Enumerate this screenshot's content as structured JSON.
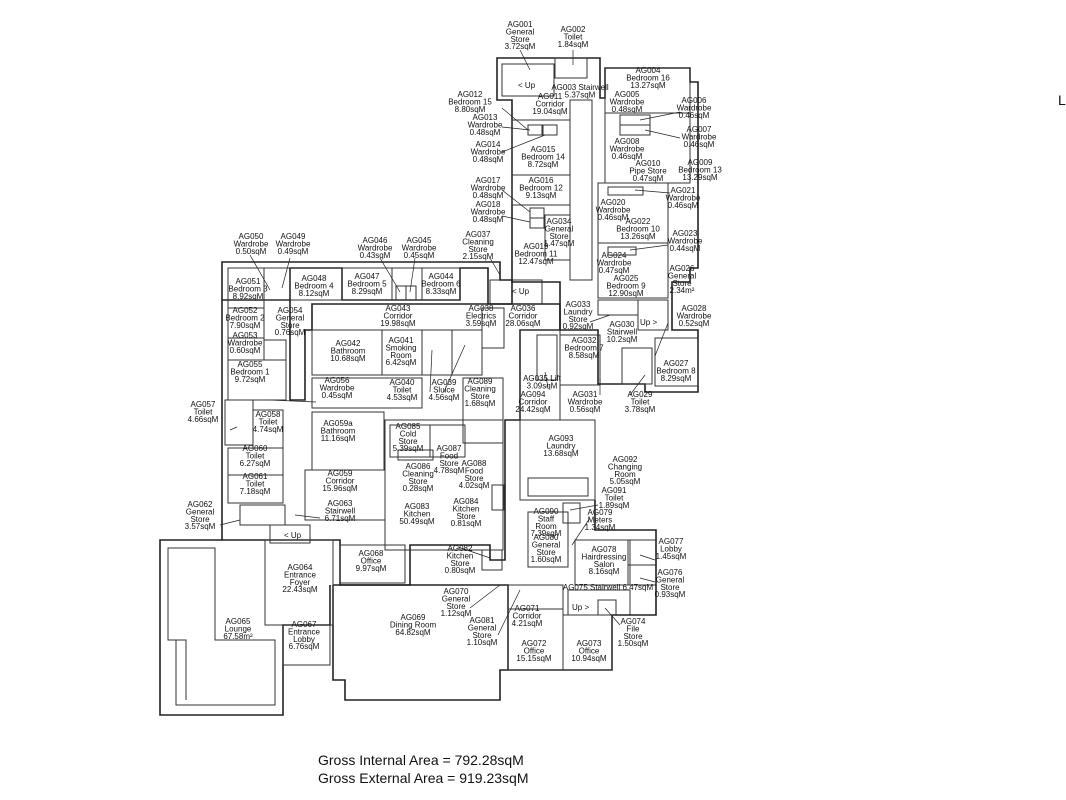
{
  "plan": {
    "rooms": [
      {
        "code": "AG001",
        "lines": [
          "General",
          "Store",
          "3.72sqM"
        ]
      },
      {
        "code": "AG002",
        "lines": [
          "Toilet",
          "1.84sqM"
        ]
      },
      {
        "code": "AG003",
        "lines": [
          "Stairwell",
          "5.37sqM"
        ]
      },
      {
        "code": "AG004",
        "lines": [
          "Bedroom 16",
          "13.27sqM"
        ]
      },
      {
        "code": "AG005",
        "lines": [
          "Wardrobe",
          "0.48sqM"
        ]
      },
      {
        "code": "AG006",
        "lines": [
          "Wardrobe",
          "0.46sqM"
        ]
      },
      {
        "code": "AG007",
        "lines": [
          "Wardrobe",
          "0.46sqM"
        ]
      },
      {
        "code": "AG008",
        "lines": [
          "Wardrobe",
          "0.46sqM"
        ]
      },
      {
        "code": "AG009",
        "lines": [
          "Bedroom 13",
          "13.29sqM"
        ]
      },
      {
        "code": "AG010",
        "lines": [
          "Pipe Store",
          "0.47sqM"
        ]
      },
      {
        "code": "AG011",
        "lines": [
          "Corridor",
          "19.04sqM"
        ]
      },
      {
        "code": "AG012",
        "lines": [
          "Bedroom 15",
          "8.80sqM"
        ]
      },
      {
        "code": "AG013",
        "lines": [
          "Wardrobe",
          "0.48sqM"
        ]
      },
      {
        "code": "AG014",
        "lines": [
          "Wardrobe",
          "0.48sqM"
        ]
      },
      {
        "code": "AG015",
        "lines": [
          "Bedroom 14",
          "8.72sqM"
        ]
      },
      {
        "code": "AG016",
        "lines": [
          "Bedroom 12",
          "9.13sqM"
        ]
      },
      {
        "code": "AG017",
        "lines": [
          "Wardrobe",
          "0.48sqM"
        ]
      },
      {
        "code": "AG018",
        "lines": [
          "Wardrobe",
          "0.48sqM"
        ]
      },
      {
        "code": "AG019",
        "lines": [
          "Bedroom 11",
          "12.47sqM"
        ]
      },
      {
        "code": "AG020",
        "lines": [
          "Wardrobe",
          "0.46sqM"
        ]
      },
      {
        "code": "AG021",
        "lines": [
          "Wardrobe",
          "0.46sqM"
        ]
      },
      {
        "code": "AG022",
        "lines": [
          "Bedroom 10",
          "13.26sqM"
        ]
      },
      {
        "code": "AG023",
        "lines": [
          "Wardrobe",
          "0.44sqM"
        ]
      },
      {
        "code": "AG024",
        "lines": [
          "Wardrobe",
          "0.47sqM"
        ]
      },
      {
        "code": "AG025",
        "lines": [
          "Bedroom 9",
          "12.90sqM"
        ]
      },
      {
        "code": "AG026",
        "lines": [
          "General",
          "Store",
          "2.34m²"
        ]
      },
      {
        "code": "AG027",
        "lines": [
          "Bedroom 8",
          "8.29sqM"
        ]
      },
      {
        "code": "AG028",
        "lines": [
          "Wardrobe",
          "0.52sqM"
        ]
      },
      {
        "code": "AG029",
        "lines": [
          "Toilet",
          "3.78sqM"
        ]
      },
      {
        "code": "AG030",
        "lines": [
          "Stairwell",
          "10.2sqM"
        ]
      },
      {
        "code": "AG031",
        "lines": [
          "Wardrobe",
          "0.56sqM"
        ]
      },
      {
        "code": "AG032",
        "lines": [
          "Bedroom 7",
          "8.58sqM"
        ]
      },
      {
        "code": "AG033",
        "lines": [
          "Laundry",
          "Store",
          "0.92sqM"
        ]
      },
      {
        "code": "AG034",
        "lines": [
          "General",
          "Store",
          "1.47sqM"
        ]
      },
      {
        "code": "AG035",
        "lines": [
          "Lift",
          "3.09sqM"
        ]
      },
      {
        "code": "AG036",
        "lines": [
          "Corridor",
          "28.06sqM"
        ]
      },
      {
        "code": "AG037",
        "lines": [
          "Cleaning",
          "Store",
          "2.15sqM"
        ]
      },
      {
        "code": "AG038",
        "lines": [
          "Electrics",
          "3.59sqM"
        ]
      },
      {
        "code": "AG039",
        "lines": [
          "Sluice",
          "4.56sqM"
        ]
      },
      {
        "code": "AG040",
        "lines": [
          "Toilet",
          "4.53sqM"
        ]
      },
      {
        "code": "AG041",
        "lines": [
          "Smoking",
          "Room",
          "6.42sqM"
        ]
      },
      {
        "code": "AG042",
        "lines": [
          "Bathroom",
          "10.68sqM"
        ]
      },
      {
        "code": "AG043",
        "lines": [
          "Corridor",
          "19.98sqM"
        ]
      },
      {
        "code": "AG044",
        "lines": [
          "Bedroom 6",
          "8.33sqM"
        ]
      },
      {
        "code": "AG045",
        "lines": [
          "Wardrobe",
          "0.45sqM"
        ]
      },
      {
        "code": "AG046",
        "lines": [
          "Wardrobe",
          "0.43sqM"
        ]
      },
      {
        "code": "AG047",
        "lines": [
          "Bedroom 5",
          "8.29sqM"
        ]
      },
      {
        "code": "AG048",
        "lines": [
          "Bedroom 4",
          "8.12sqM"
        ]
      },
      {
        "code": "AG049",
        "lines": [
          "Wardrobe",
          "0.49sqM"
        ]
      },
      {
        "code": "AG050",
        "lines": [
          "Wardrobe",
          "0.50sqM"
        ]
      },
      {
        "code": "AG051",
        "lines": [
          "Bedroom 3",
          "8.92sqM"
        ]
      },
      {
        "code": "AG052",
        "lines": [
          "Bedroom 2",
          "7.90sqM"
        ]
      },
      {
        "code": "AG053",
        "lines": [
          "Wardrobe",
          "0.60sqM"
        ]
      },
      {
        "code": "AG054",
        "lines": [
          "General",
          "Store",
          "0.76sqM"
        ]
      },
      {
        "code": "AG055",
        "lines": [
          "Bedroom 1",
          "9.72sqM"
        ]
      },
      {
        "code": "AG056",
        "lines": [
          "Wardrobe",
          "0.45sqM"
        ]
      },
      {
        "code": "AG057",
        "lines": [
          "Toilet",
          "4.66sqM"
        ]
      },
      {
        "code": "AG058",
        "lines": [
          "Toilet",
          "4.74sqM"
        ]
      },
      {
        "code": "AG059a",
        "lines": [
          "Bathroom",
          "11.16sqM"
        ]
      },
      {
        "code": "AG059",
        "lines": [
          "Corridor",
          "15.96sqM"
        ]
      },
      {
        "code": "AG060",
        "lines": [
          "Toilet",
          "6.27sqM"
        ]
      },
      {
        "code": "AG061",
        "lines": [
          "Toilet",
          "7.18sqM"
        ]
      },
      {
        "code": "AG062",
        "lines": [
          "General",
          "Store",
          "3.57sqM"
        ]
      },
      {
        "code": "AG063",
        "lines": [
          "Stairwell",
          "6.71sqM"
        ]
      },
      {
        "code": "AG064",
        "lines": [
          "Entrance",
          "Foyer",
          "22.43sqM"
        ]
      },
      {
        "code": "AG065",
        "lines": [
          "Lounge",
          "67.58m²"
        ]
      },
      {
        "code": "AG067",
        "lines": [
          "Entrance",
          "Lobby",
          "6.76sqM"
        ]
      },
      {
        "code": "AG068",
        "lines": [
          "Office",
          "9.97sqM"
        ]
      },
      {
        "code": "AG069",
        "lines": [
          "Dining Room",
          "64.82sqM"
        ]
      },
      {
        "code": "AG070",
        "lines": [
          "General",
          "Store",
          "1.12sqM"
        ]
      },
      {
        "code": "AG071",
        "lines": [
          "Corridor",
          "4.21sqM"
        ]
      },
      {
        "code": "AG072",
        "lines": [
          "Office",
          "15.15sqM"
        ]
      },
      {
        "code": "AG073",
        "lines": [
          "Office",
          "10.94sqM"
        ]
      },
      {
        "code": "AG074",
        "lines": [
          "File",
          "Store",
          "1.50sqM"
        ]
      },
      {
        "code": "AG075",
        "lines": [
          "Stairwell 6.47sqM"
        ]
      },
      {
        "code": "AG076",
        "lines": [
          "General",
          "Store",
          "0.93sqM"
        ]
      },
      {
        "code": "AG077",
        "lines": [
          "Lobby",
          "1.45sqM"
        ]
      },
      {
        "code": "AG078",
        "lines": [
          "Hairdressing",
          "Salon",
          "8.16sqM"
        ]
      },
      {
        "code": "AG079",
        "lines": [
          "Meters",
          "1.34sqM"
        ]
      },
      {
        "code": "AG080",
        "lines": [
          "General",
          "Store",
          "1.60sqM"
        ]
      },
      {
        "code": "AG081",
        "lines": [
          "General",
          "Store",
          "1.10sqM"
        ]
      },
      {
        "code": "AG082",
        "lines": [
          "Kitchen",
          "Store",
          "0.80sqM"
        ]
      },
      {
        "code": "AG083",
        "lines": [
          "Kitchen",
          "50.49sqM"
        ]
      },
      {
        "code": "AG084",
        "lines": [
          "Kitchen",
          "Store",
          "0.81sqM"
        ]
      },
      {
        "code": "AG085",
        "lines": [
          "Cold",
          "Store",
          "5.39sqM"
        ]
      },
      {
        "code": "AG086",
        "lines": [
          "Cleaning",
          "Store",
          "0.28sqM"
        ]
      },
      {
        "code": "AG087",
        "lines": [
          "Food",
          "Store",
          "4.78sqM"
        ]
      },
      {
        "code": "AG088",
        "lines": [
          "Food",
          "Store",
          "4.02sqM"
        ]
      },
      {
        "code": "AG089",
        "lines": [
          "Cleaning",
          "Store",
          "1.68sqM"
        ]
      },
      {
        "code": "AG090",
        "lines": [
          "Staff",
          "Room",
          "7.39sqM"
        ]
      },
      {
        "code": "AG091",
        "lines": [
          "Toilet",
          "1.89sqM"
        ]
      },
      {
        "code": "AG092",
        "lines": [
          "Changing",
          "Room",
          "5.05sqM"
        ]
      },
      {
        "code": "AG093",
        "lines": [
          "Laundry",
          "13.68sqM"
        ]
      },
      {
        "code": "AG094",
        "lines": [
          "Corridor",
          "24.42sqM"
        ]
      }
    ],
    "stair_labels": [
      "< Up",
      "< Up",
      "Up >",
      "< Up",
      "Up >"
    ]
  },
  "footer": {
    "gross_internal": "Gross Internal Area = 792.28sqM",
    "gross_external": "Gross External Area = 919.23sqM"
  },
  "edge_mark": "L"
}
